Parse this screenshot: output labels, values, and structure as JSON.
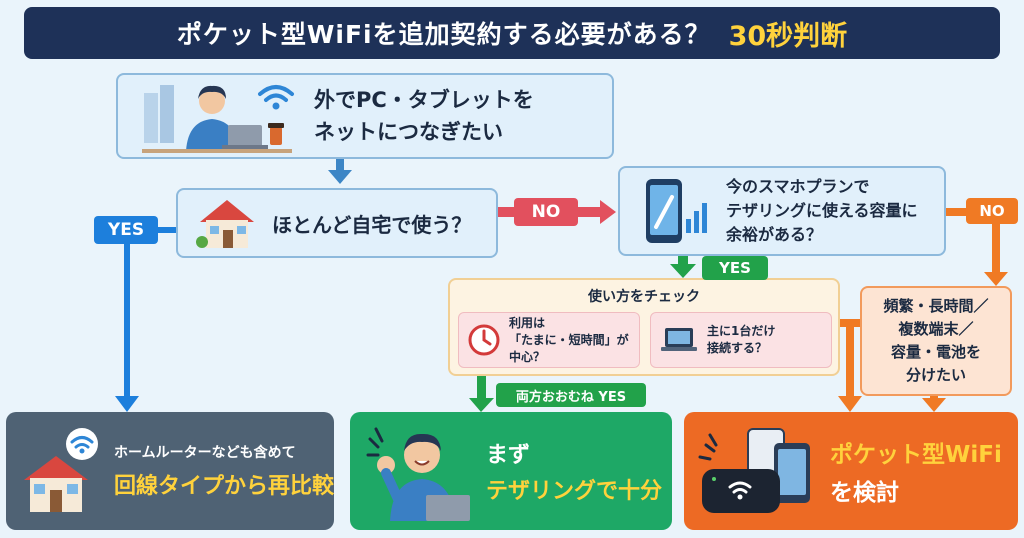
{
  "title": {
    "main": "ポケット型WiFiを追加契約する必要がある？",
    "accent": "30秒判断"
  },
  "nodes": {
    "start": {
      "line1": "外でPC・タブレットを",
      "line2": "ネットにつなぎたい"
    },
    "home": {
      "text": "ほとんど自宅で使う？"
    },
    "plan": {
      "line1": "今のスマホプランで",
      "line2": "テザリングに使える容量に",
      "line3": "余裕がある？"
    },
    "check": {
      "title": "使い方をチェック",
      "item1": {
        "line1": "利用は",
        "line2": "「たまに・短時間」が",
        "line3": "中心？"
      },
      "item2": {
        "line1": "主に1台だけ",
        "line2": "接続する？"
      }
    },
    "heavy": {
      "line1": "頻繁・長時間／",
      "line2": "複数端末／",
      "line3": "容量・電池を",
      "line4": "分けたい"
    }
  },
  "labels": {
    "yes_home": "YES",
    "no_home": "NO",
    "yes_plan": "YES",
    "no_plan": "NO",
    "both_yes": "両方おおむね YES"
  },
  "results": {
    "router": {
      "small": "ホームルーターなども含めて",
      "big": "回線タイプから再比較"
    },
    "tether": {
      "line1": "まず",
      "line2": "テザリングで十分"
    },
    "pocket": {
      "line1": "ポケット型WiFi",
      "line2": "を検討"
    }
  },
  "icons": {
    "start": "person-laptop-icon",
    "wifi": "wifi-icon",
    "home": "house-icon",
    "plan": "smartphone-signal-icon",
    "clock": "clock-icon",
    "laptop": "laptop-icon",
    "router": "house-wifi-icon",
    "tether": "person-cheering-icon",
    "pocket": "pocket-router-icon"
  },
  "colors": {
    "title_bg": "#1e3158",
    "accent_yellow": "#ffd23c",
    "yes_blue": "#1d7fdc",
    "yes_green": "#22a24a",
    "no_red": "#e2505e",
    "no_orange": "#f07a24",
    "result_gray": "#4f6274",
    "result_green": "#1ea866",
    "result_orange": "#ed6a24"
  }
}
